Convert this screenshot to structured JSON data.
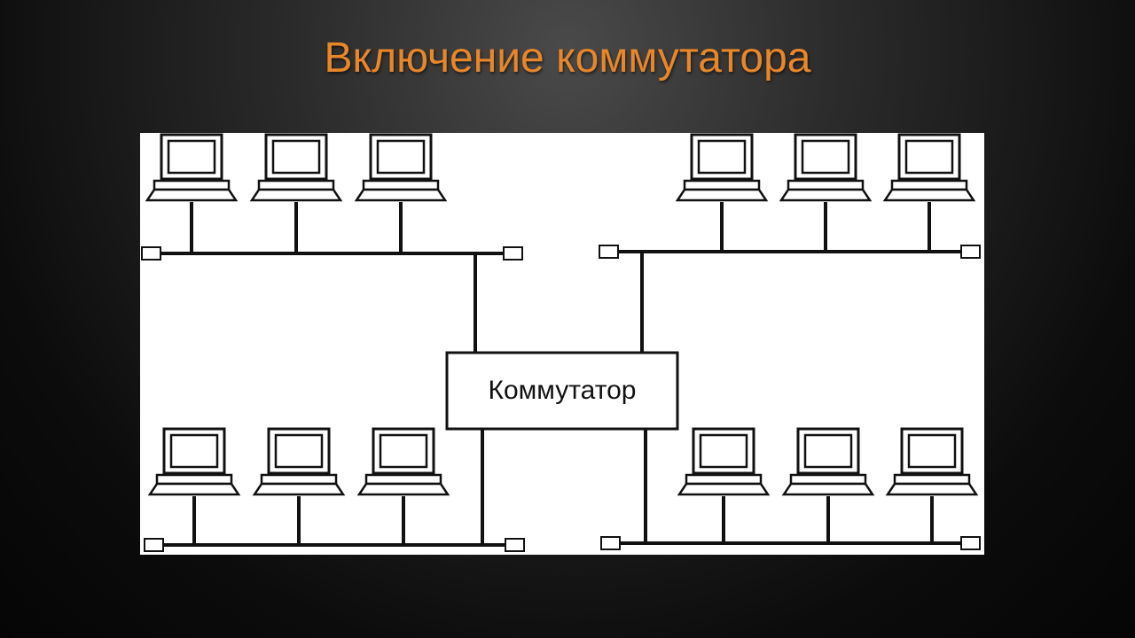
{
  "slide": {
    "title": "Включение коммутатора"
  },
  "diagram": {
    "switch_label": "Коммутатор",
    "segments": [
      {
        "id": "top-left",
        "computers": 3
      },
      {
        "id": "top-right",
        "computers": 3
      },
      {
        "id": "bottom-left",
        "computers": 3
      },
      {
        "id": "bottom-right",
        "computers": 3
      }
    ]
  }
}
